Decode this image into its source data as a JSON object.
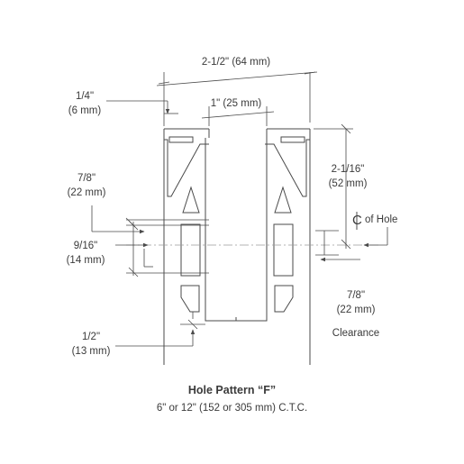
{
  "title": "Hole Pattern “F”",
  "subtitle": "6\" or 12\" (152 or 305 mm) C.T.C.",
  "dimensions": {
    "overall_width": "2-1/2\" (64 mm)",
    "top_gap": "1\" (25 mm)",
    "lip_in": "1/4\"",
    "lip_mm": "(6 mm)",
    "upper_in": "7/8\"",
    "upper_mm": "(22 mm)",
    "slot_in": "9/16\"",
    "slot_mm": "(14 mm)",
    "bottom_in": "1/2\"",
    "bottom_mm": "(13 mm)",
    "right_height_in": "2-1/16\"",
    "right_height_mm": "(52 mm)",
    "centerline_symbol": "C",
    "centerline_text": "of Hole",
    "clearance_in": "7/8\"",
    "clearance_mm": "(22 mm)",
    "clearance_label": "Clearance"
  },
  "colors": {
    "line": "#4a4a4a",
    "text": "#3a3a3a",
    "centerline": "#9a9a9a"
  }
}
